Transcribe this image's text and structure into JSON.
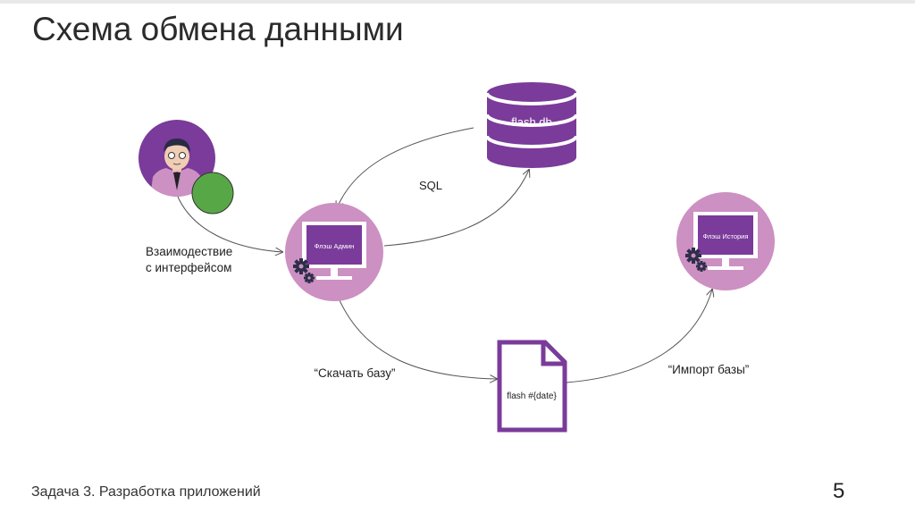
{
  "slide": {
    "title": "Схема обмена данными",
    "footer": "Задача 3. Разработка приложений",
    "page_number": "5"
  },
  "diagram": {
    "nodes": {
      "database": {
        "label": "flash.db",
        "icon": "database-icon"
      },
      "admin_app": {
        "label": "Флэш Админ",
        "icon": "monitor-icon"
      },
      "history_app": {
        "label": "Флэш История",
        "icon": "monitor-icon"
      },
      "file": {
        "label": "flash #{date}",
        "icon": "file-icon"
      },
      "user": {
        "icon": "user-avatar-icon"
      }
    },
    "edges": {
      "sql": "SQL",
      "interaction_line1": "Взаимодествие",
      "interaction_line2": "с интерфейсом",
      "download": "“Скачать базу”",
      "import": "“Импорт базы”"
    }
  },
  "colors": {
    "purple": "#7a3b9a",
    "light_purple": "#cc90c2",
    "green": "#58a746",
    "arrow": "#555555"
  }
}
